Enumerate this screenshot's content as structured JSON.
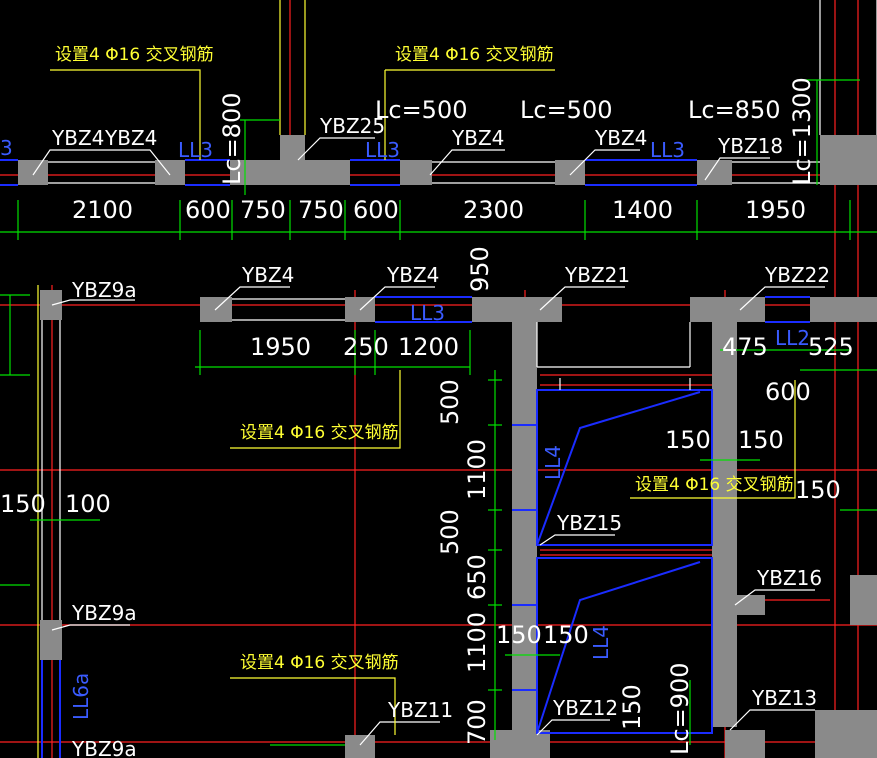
{
  "labels": {
    "ybz4_a": "YBZ4",
    "ybz4_b": "YBZ4",
    "ybz25": "YBZ25",
    "ybz4_c": "YBZ4",
    "ybz4_d": "YBZ4",
    "ybz18": "YBZ18",
    "ybz4_e": "YBZ4",
    "ybz4_f": "YBZ4",
    "ybz21": "YBZ21",
    "ybz22": "YBZ22",
    "ybz9a_1": "YBZ9a",
    "ybz9a_2": "YBZ9a",
    "ybz9a_3": "YBZ9a",
    "ybz15": "YBZ15",
    "ybz16": "YBZ16",
    "ybz11": "YBZ11",
    "ybz12": "YBZ12",
    "ybz13": "YBZ13"
  },
  "beams": {
    "ll3_a": "LL3",
    "ll3_b": "LL3",
    "ll3_c": "LL3",
    "ll3_d": "LL3",
    "ll2": "LL2",
    "ll4_a": "LL4",
    "ll4_b": "LL4",
    "ll6a": "LL6a",
    "edge": "3"
  },
  "notes": {
    "n1": "设置4 Φ16 交叉钢筋",
    "n2": "设置4 Φ16 交叉钢筋",
    "n3": "设置4 Φ16 交叉钢筋",
    "n4": "设置4 Φ16 交叉钢筋",
    "n5": "设置4 Φ16 交叉钢筋"
  },
  "lc": {
    "a": "Lc=500",
    "b": "Lc=500",
    "c": "Lc=850",
    "d": "Lc=800",
    "e": "Lc=1300",
    "f": "Lc=900"
  },
  "dims_top": [
    "2100",
    "600",
    "750",
    "750",
    "600",
    "2300",
    "1400",
    "1950"
  ],
  "dims_mid": [
    "1950",
    "250",
    "1200",
    "950",
    "475",
    "525",
    "600"
  ],
  "dims_misc": {
    "d150_a": "150",
    "d100": "100",
    "d500_a": "500",
    "d1100_a": "1100",
    "d500_b": "500",
    "d650": "650",
    "d1100_b": "1100",
    "d700": "700",
    "d150_b": "150",
    "d150_c": "150",
    "d150_d": "150",
    "d150_e": "150",
    "d150_f": "150",
    "d150_g": "150"
  }
}
